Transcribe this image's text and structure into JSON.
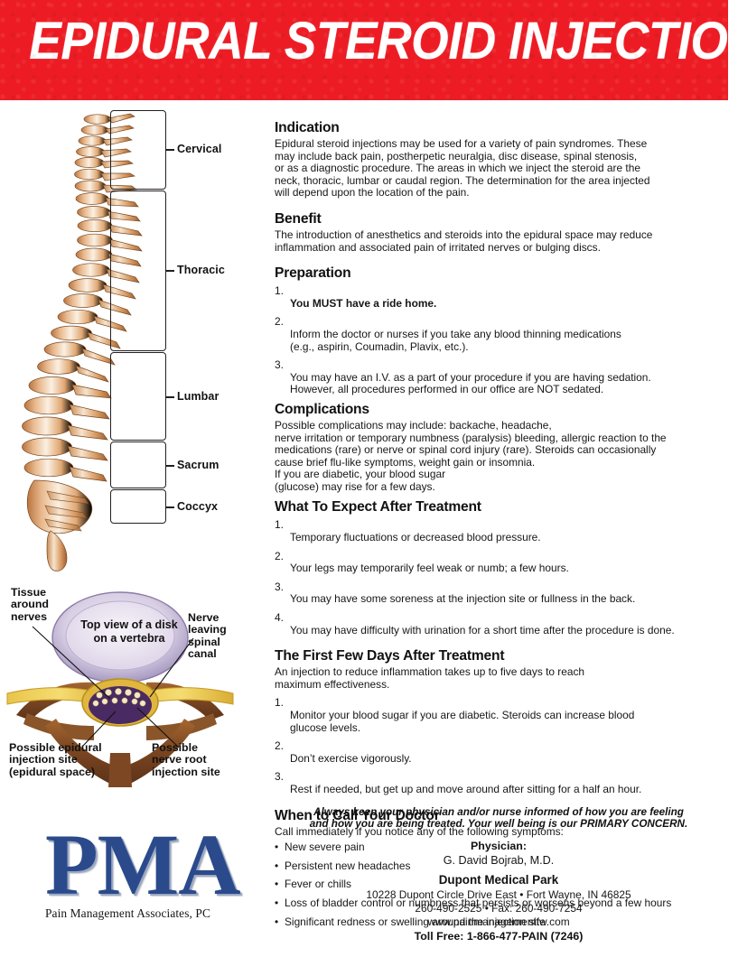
{
  "banner": {
    "title": "EPIDURAL STEROID INJECTION",
    "bg_color": "#ED1C24",
    "text_color": "#FFFFFF"
  },
  "spine_diagram": {
    "regions": [
      {
        "label": "Cervical"
      },
      {
        "label": "Thoracic"
      },
      {
        "label": "Lumbar"
      },
      {
        "label": "Sacrum"
      },
      {
        "label": "Coccyx"
      }
    ]
  },
  "vertebra_diagram": {
    "center_label": "Top view of a disk\non a vertebra",
    "labels": {
      "tissue": "Tissue\naround\nnerves",
      "nerve_leaving": "Nerve\nleaving\nspinal\ncanal",
      "epidural_site": "Possible epidural\ninjection site\n(epidural space)",
      "nerve_root_site": "Possible\nnerve root\ninjection site"
    }
  },
  "logo": {
    "mark": "PMA",
    "subtitle": "Pain Management Associates, PC",
    "color": "#2B4A8B"
  },
  "sections": [
    {
      "heading": "Indication",
      "paragraph": "Epidural steroid injections may be used for a variety of pain syndromes. These\nmay include back pain, postherpetic neuralgia, disc disease, spinal stenosis,\nor as a diagnostic procedure. The areas in which we inject the steroid are the\nneck, thoracic, lumbar or caudal region. The determination for the area injected\nwill depend upon the location of the pain."
    },
    {
      "heading": "Benefit",
      "paragraph": "The introduction of anesthetics and steroids into the epidural space may reduce\ninflammation and associated pain of irritated nerves or bulging discs."
    },
    {
      "heading": "Preparation",
      "items": [
        {
          "n": "1.",
          "text": "You MUST have a ride home.",
          "bold": true
        },
        {
          "n": "2.",
          "text": "Inform the doctor or nurses if you take any blood thinning medications\n(e.g., aspirin, Coumadin, Plavix, etc.)."
        },
        {
          "n": "3.",
          "text": "You may have an I.V. as a part of your procedure if you are having sedation.\nHowever, all procedures performed in our office are NOT sedated."
        }
      ]
    },
    {
      "heading": "Complications",
      "paragraph": "Possible complications may include: backache, headache,\nnerve irritation or temporary numbness (paralysis) bleeding, allergic reaction to the\nmedications (rare) or nerve or spinal cord injury (rare). Steroids can occasionally\ncause brief flu-like symptoms, weight gain or insomnia.\nIf you are diabetic, your blood sugar\n(glucose) may rise for a few days."
    },
    {
      "heading": "What To Expect After Treatment",
      "items": [
        {
          "n": "1.",
          "text": "Temporary fluctuations or decreased blood pressure."
        },
        {
          "n": "2.",
          "text": "Your legs may temporarily feel weak or numb; a few hours."
        },
        {
          "n": "3.",
          "text": "You may have some soreness at the injection site or fullness in the back."
        },
        {
          "n": "4.",
          "text": "You may have difficulty with urination for a short time after the procedure is done."
        }
      ]
    },
    {
      "heading": "The First Few Days After Treatment",
      "paragraph": "An injection to reduce inflammation takes up to five days to reach\nmaximum effectiveness.",
      "items": [
        {
          "n": "1.",
          "text": "Monitor your blood sugar if you are diabetic. Steroids can increase blood\nglucose levels."
        },
        {
          "n": "2.",
          "text": "Don’t exercise vigorously."
        },
        {
          "n": "3.",
          "text": "Rest if needed, but get up and move around after sitting for a half an hour."
        }
      ]
    },
    {
      "heading": "When to Call Your Doctor",
      "paragraph": "Call immediately if you notice any of the following symptoms:",
      "bullets": [
        "New severe pain",
        "Persistent new headaches",
        "Fever or chills",
        "Loss of bladder control or numbness that persists or worsens beyond a few hours",
        "Significant redness or swelling around the injection site"
      ]
    }
  ],
  "footer": {
    "notice": "Always keep your physician and/or nurse informed of how you are feeling\nand how you are being treated. Your well being is our PRIMARY CONCERN.",
    "physician_label": "Physician:",
    "physician_name": "G. David Bojrab, M.D.",
    "facility": "Dupont Medical Park",
    "address": "10228 Dupont Circle Drive East • Fort Wayne, IN 46825",
    "phone": "260-490-2525 • Fax: 260-490-7254",
    "website": "www.painmanagementfw.com",
    "toll_free": "Toll Free: 1-866-477-PAIN (7246)"
  }
}
